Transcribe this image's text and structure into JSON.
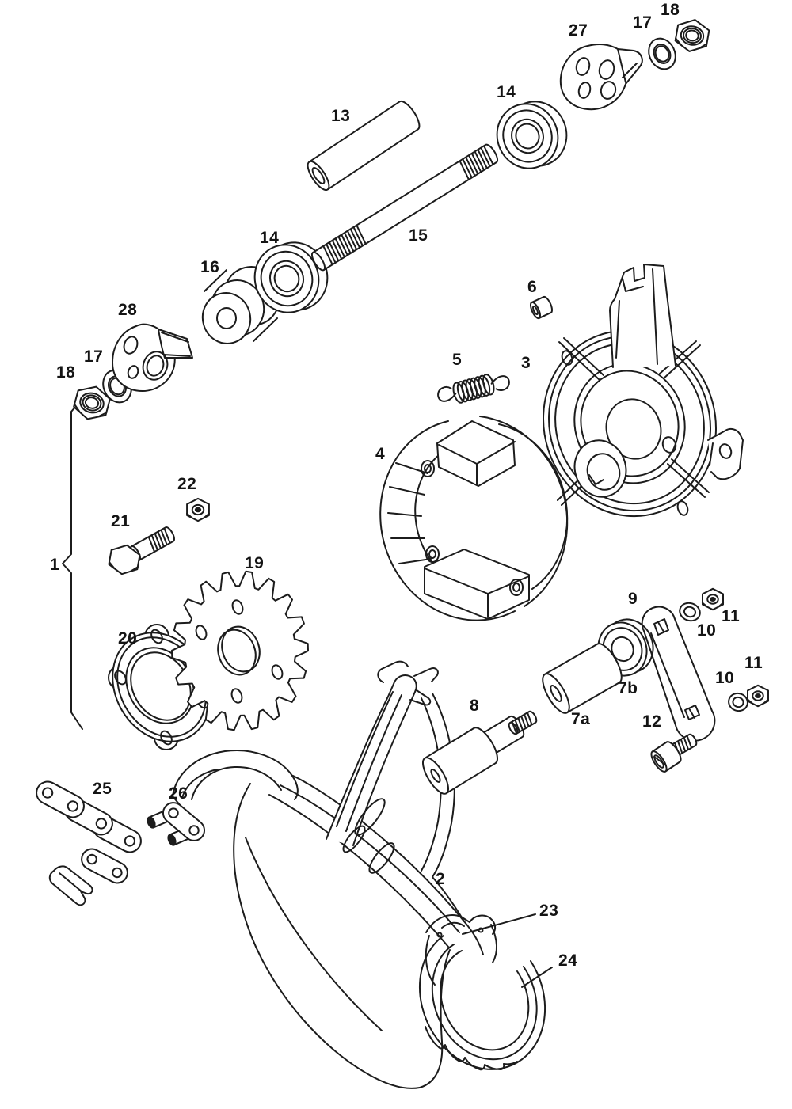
{
  "figure": {
    "kind": "exploded-parts-diagram",
    "subject": "rear wheel, brake and swingarm assembly",
    "background": "#ffffff",
    "line_color": "#1c1c1c",
    "label_color": "#141414"
  },
  "labels": [
    {
      "text": "27",
      "part": "lock-plate-right"
    },
    {
      "text": "17",
      "part": "washer-right"
    },
    {
      "text": "18",
      "part": "axle-nut-right"
    },
    {
      "text": "13",
      "part": "spacer-tube"
    },
    {
      "text": "14",
      "part": "bearing-upper"
    },
    {
      "text": "15",
      "part": "axle-shaft"
    },
    {
      "text": "14",
      "part": "bearing-lower"
    },
    {
      "text": "16",
      "part": "hub-spacer"
    },
    {
      "text": "28",
      "part": "lock-plate-left"
    },
    {
      "text": "17",
      "part": "washer-left"
    },
    {
      "text": "18",
      "part": "axle-nut-left"
    },
    {
      "text": "6",
      "part": "plug"
    },
    {
      "text": "5",
      "part": "return-spring"
    },
    {
      "text": "3",
      "part": "brake-backing-plate"
    },
    {
      "text": "4",
      "part": "brake-shoes"
    },
    {
      "text": "22",
      "part": "nut"
    },
    {
      "text": "21",
      "part": "bolt"
    },
    {
      "text": "19",
      "part": "sprocket"
    },
    {
      "text": "1",
      "part": "wheel-assembly"
    },
    {
      "text": "20",
      "part": "gasket-plate"
    },
    {
      "text": "9",
      "part": "brake-arm"
    },
    {
      "text": "11",
      "part": "nut-upper"
    },
    {
      "text": "10",
      "part": "washer-upper"
    },
    {
      "text": "11",
      "part": "nut-lower"
    },
    {
      "text": "10",
      "part": "washer-lower"
    },
    {
      "text": "7b",
      "part": "seal"
    },
    {
      "text": "7a",
      "part": "bushing"
    },
    {
      "text": "8",
      "part": "adjuster-pin"
    },
    {
      "text": "12",
      "part": "pivot-bolt"
    },
    {
      "text": "25",
      "part": "drive-chain"
    },
    {
      "text": "26",
      "part": "master-link"
    },
    {
      "text": "2",
      "part": "swingarm"
    },
    {
      "text": "23",
      "part": "clamp"
    },
    {
      "text": "24",
      "part": "rubber-boot"
    }
  ]
}
